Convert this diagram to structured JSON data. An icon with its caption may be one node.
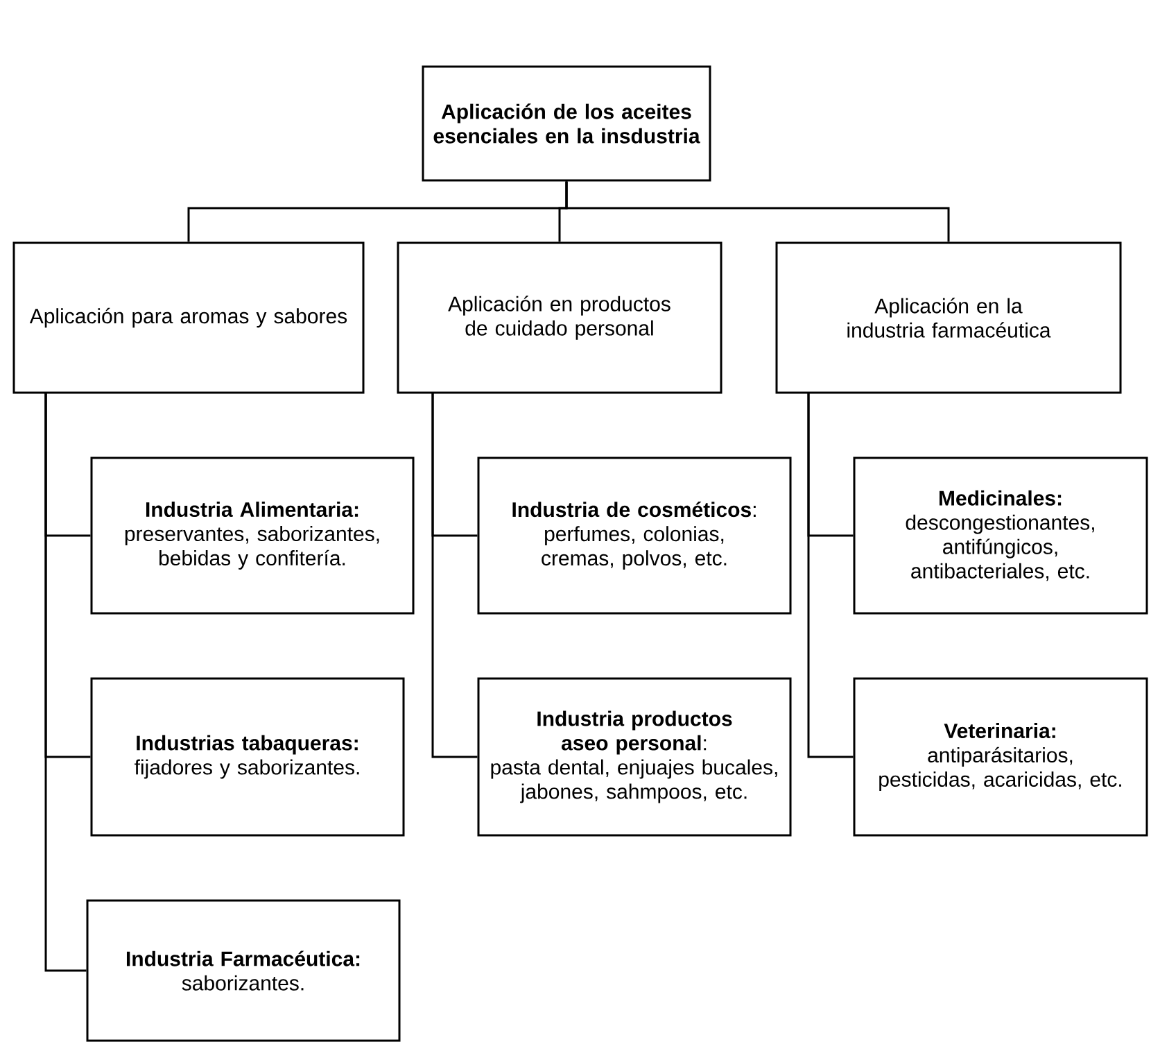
{
  "diagram": {
    "nodes": [
      {
        "text": [
          "Aplicación de los aceites esenciales en la insdustria"
        ]
      },
      {
        "text": [
          "Aplicación para aromas y sabores"
        ]
      },
      {
        "text": [
          "Aplicación en productos de cuidado personal"
        ]
      },
      {
        "text": [
          "Aplicación en la industria farmacéutica"
        ]
      },
      {
        "text": [
          "**Industria Alimentaria:**",
          "preservantes, saborizantes, bebidas y confitería."
        ]
      },
      {
        "text": [
          "**Industrias tabaqueras:**",
          "fijadores y saborizantes."
        ]
      },
      {
        "text": [
          "**Industria Farmacéutica:**",
          "saborizantes."
        ]
      },
      {
        "text": [
          "**Industria de cosméticos**:",
          "perfumes, colonias, cremas, polvos, etc."
        ]
      },
      {
        "text": [
          "**Industria productos aseo personal**:",
          "pasta dental, enjuajes bucales, jabones, sahmpoos, etc."
        ]
      },
      {
        "text": [
          "**Medicinales:**",
          "descongestionantes, antifúngicos, antibacteriales, etc."
        ]
      },
      {
        "text": [
          "**Veterinaria:**",
          "antiparásitarios, pesticidas, acaricidas, etc."
        ]
      }
    ],
    "edges": [
      {
        "from": 0,
        "to": 1,
        "arrow": "none"
      },
      {
        "from": 0,
        "to": 2,
        "arrow": "none"
      },
      {
        "from": 0,
        "to": 3,
        "arrow": "none"
      },
      {
        "from": 1,
        "to": 4,
        "arrow": "none"
      },
      {
        "from": 1,
        "to": 5,
        "arrow": "none"
      },
      {
        "from": 1,
        "to": 6,
        "arrow": "none"
      },
      {
        "from": 2,
        "to": 7,
        "arrow": "none"
      },
      {
        "from": 2,
        "to": 8,
        "arrow": "none"
      },
      {
        "from": 3,
        "to": 9,
        "arrow": "none"
      },
      {
        "from": 3,
        "to": 10,
        "arrow": "none"
      }
    ]
  }
}
